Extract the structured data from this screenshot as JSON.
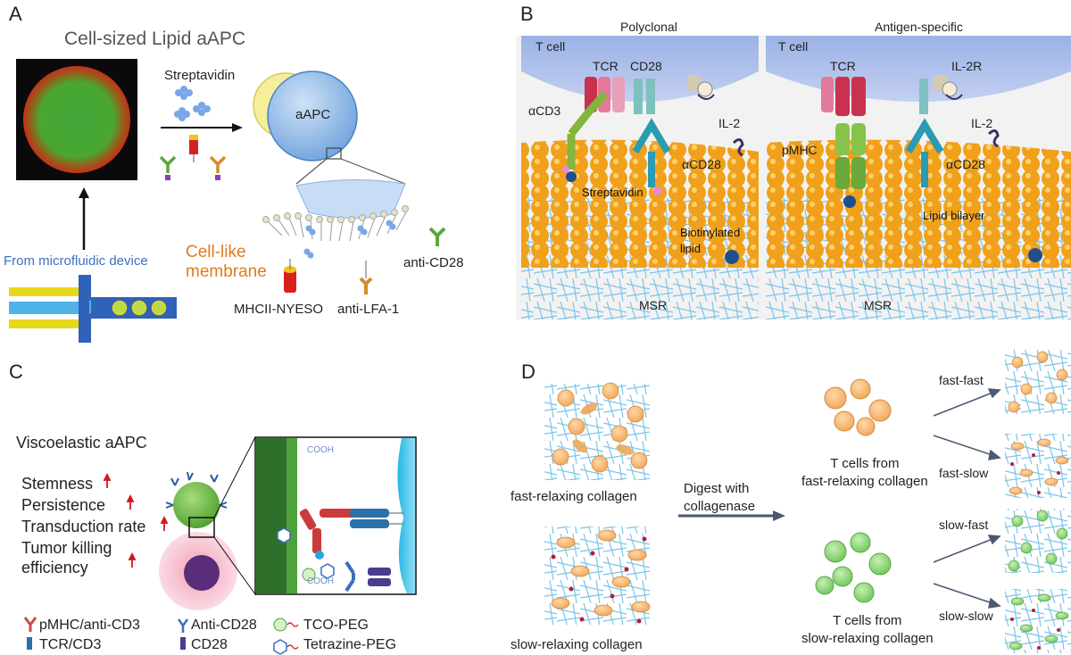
{
  "panelA": {
    "letter": "A",
    "title": "Cell-sized Lipid aAPC",
    "streptavidin": "Streptavidin",
    "aapc": "aAPC",
    "microfluidic": "From microfluidic device",
    "cell_like": "Cell-like",
    "membrane": "membrane",
    "mhc": "MHCII-NYESO",
    "anti_lfa": "anti-LFA-1",
    "anti_cd28": "anti-CD28",
    "colors": {
      "blue": "#5b8fd0",
      "orange": "#e07b1e",
      "red": "#cc2222",
      "green": "#5aa83c"
    }
  },
  "panelB": {
    "letter": "B",
    "left_title": "Polyclonal",
    "right_title": "Antigen-specific",
    "tcell_left": "T cell",
    "tcell_right": "T cell",
    "tcr_left": "TCR",
    "tcr_right": "TCR",
    "cd28": "CD28",
    "il2r": "IL-2R",
    "acd3": "αCD3",
    "il2_left": "IL-2",
    "il2_right": "IL-2",
    "acd28_left": "αCD28",
    "acd28_right": "αCD28",
    "pmhc": "pMHC",
    "streptavidin": "Streptavidin",
    "biotin_line1": "Biotinylated",
    "biotin_line2": "lipid",
    "lipid_bilayer": "Lipid bilayer",
    "msr_left": "MSR",
    "msr_right": "MSR"
  },
  "panelC": {
    "letter": "C",
    "title": "Viscoelastic aAPC",
    "items": [
      "Stemness",
      "Persistence",
      "Transduction rate",
      "Tumor killing",
      "efficiency"
    ],
    "arrow": "↑",
    "cooh_top": "COOH",
    "cooh_bottom": "COOH",
    "legend": {
      "pmhc": "pMHC/anti-CD3",
      "tcr": "TCR/CD3",
      "anticd28": "Anti-CD28",
      "cd28": "CD28",
      "tco": "TCO-PEG",
      "tetrazine": "Tetrazine-PEG"
    }
  },
  "panelD": {
    "letter": "D",
    "fast_collagen": "fast-relaxing collagen",
    "slow_collagen": "slow-relaxing collagen",
    "digest_line1": "Digest with",
    "digest_line2": "collagenase",
    "tfast_line1": "T cells from",
    "tfast_line2": "fast-relaxing collagen",
    "tslow_line1": "T cells from",
    "tslow_line2": "slow-relaxing collagen",
    "ff": "fast-fast",
    "fs": "fast-slow",
    "sf": "slow-fast",
    "ss": "slow-slow"
  }
}
